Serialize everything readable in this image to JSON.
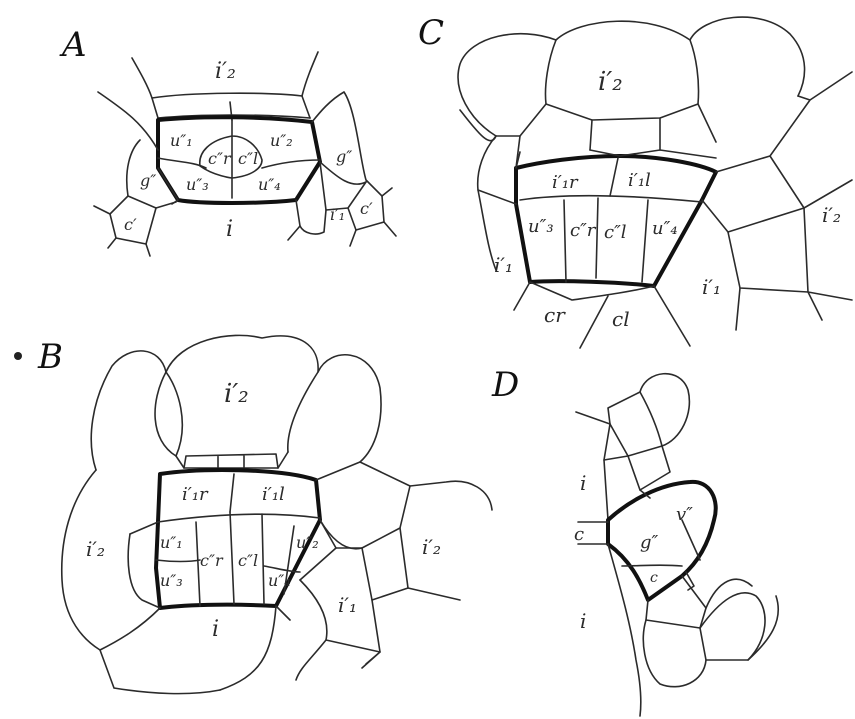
{
  "panels": {
    "A": {
      "letter": "A",
      "labels": {
        "top": "i′₂",
        "u1": "u″₁",
        "u2": "u″₂",
        "u3": "u″₃",
        "u4": "u″₄",
        "cr": "c″r",
        "cl": "c″l",
        "g_left": "g″",
        "g_right": "g″",
        "c_left": "c′",
        "c_right": "c′",
        "i_right": "i′₁",
        "bottom": "i"
      }
    },
    "B": {
      "letter": "B",
      "labels": {
        "top": "i′₂",
        "ir": "i′₁r",
        "il": "i′₁l",
        "u1": "u″₁",
        "u2": "u″₂",
        "u3": "u″₃",
        "u4": "u″₄",
        "cr": "c″r",
        "cl": "c″l",
        "left": "i′₂",
        "right": "i′₂",
        "right_low": "i′₁",
        "bottom": "i"
      }
    },
    "C": {
      "letter": "C",
      "labels": {
        "top": "i′₂",
        "ir": "i′₁r",
        "il": "i′₁l",
        "u3": "u″₃",
        "u4": "u″₄",
        "cr": "c″r",
        "cl": "c″l",
        "left": "i′₁",
        "right": "i′₁",
        "far_right": "i′₂",
        "bottom_r": "cr",
        "bottom_l": "cl"
      }
    },
    "D": {
      "letter": "D",
      "labels": {
        "i_top": "i",
        "v": "v″",
        "c": "c",
        "g": "g″",
        "small": "c",
        "i_bottom": "i"
      }
    }
  }
}
